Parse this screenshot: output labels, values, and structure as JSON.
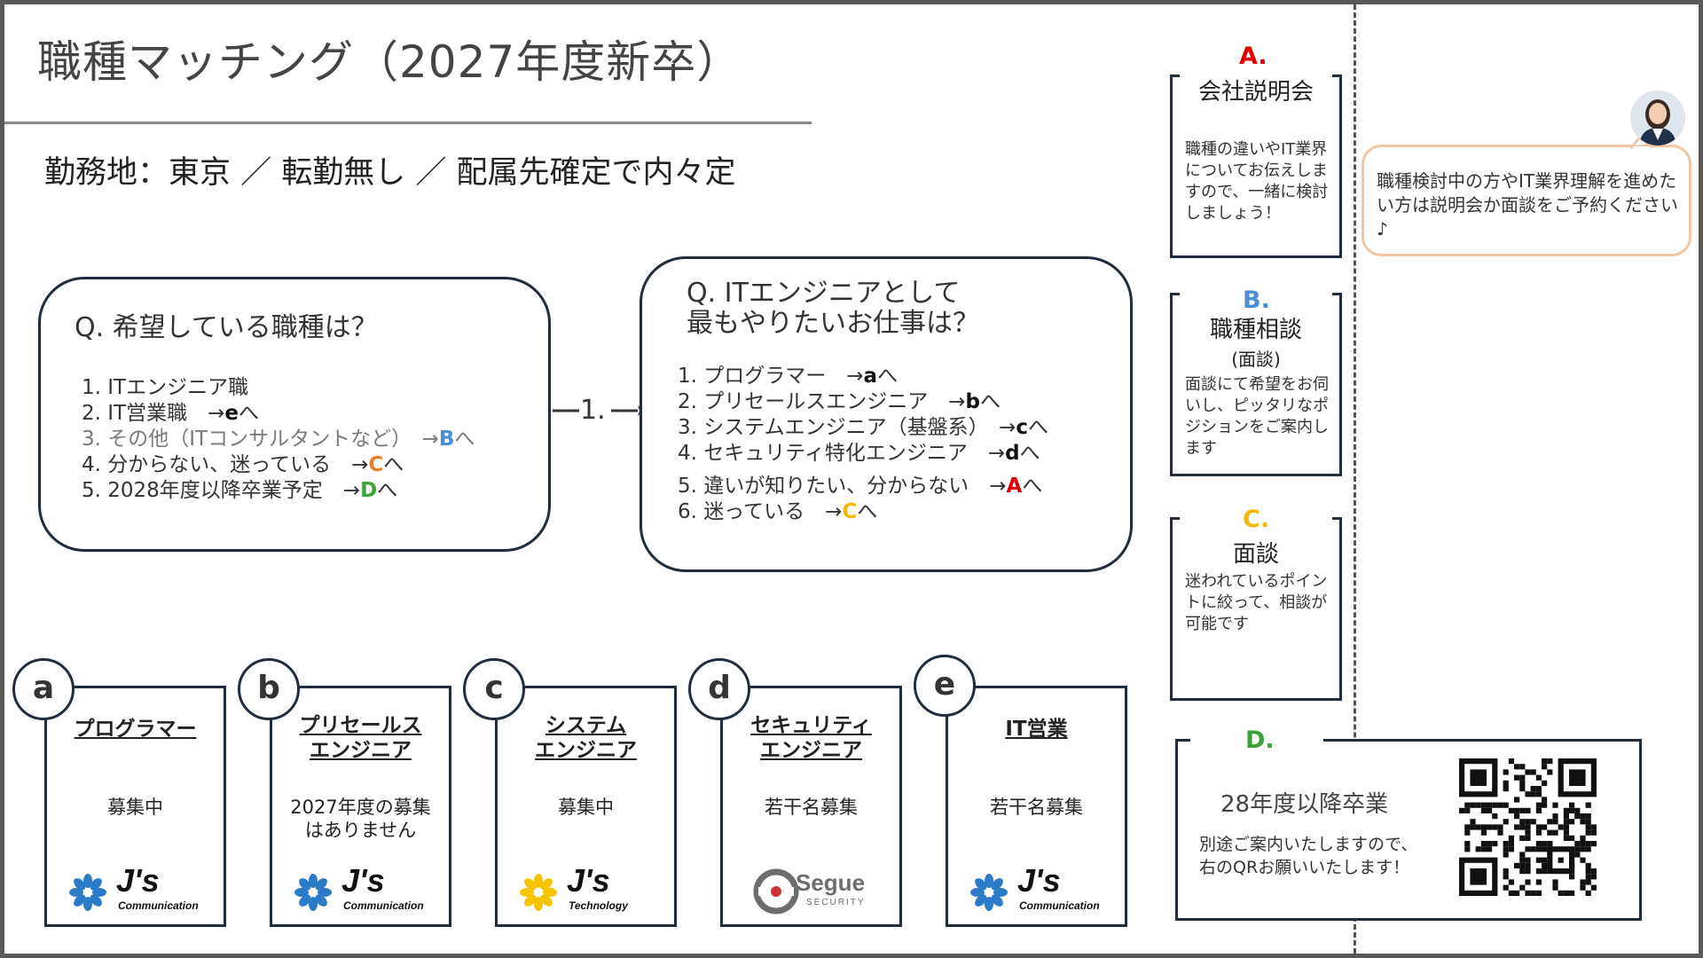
{
  "title": "職種マッチング（2027年度新卒）",
  "subtitle": "勤務地：東京 ／ 転勤無し ／ 配属先確定で内々定",
  "colors": {
    "red": "#e00000",
    "blue": "#4a8fd6",
    "orange": "#ef7d22",
    "yellow": "#f5b800",
    "green": "#3aa335",
    "frame": "#595959"
  },
  "q1": {
    "question": "Q. 希望している職種は？",
    "options": [
      {
        "text": "1. ITエンジニア職",
        "target": "",
        "suffix": ""
      },
      {
        "text": "2. IT営業職　→",
        "target": "e",
        "suffix": "へ"
      },
      {
        "text": "3. その他（ITコンサルタントなど）　→",
        "target": "B",
        "suffix": "へ"
      },
      {
        "text": "4. 分からない、迷っている　→",
        "target": "C",
        "suffix": "へ"
      },
      {
        "text": "5. 2028年度以降卒業予定　→",
        "target": "D",
        "suffix": "へ"
      }
    ]
  },
  "connector": "1.",
  "q2": {
    "question_line1": "Q. ITエンジニアとして",
    "question_line2": "最もやりたいお仕事は？",
    "options": [
      {
        "text": "1. プログラマー　→",
        "target": "a",
        "suffix": "へ"
      },
      {
        "text": "2. プリセールスエンジニア　→",
        "target": "b",
        "suffix": "へ"
      },
      {
        "text": "3. システムエンジニア（基盤系）　→",
        "target": "c",
        "suffix": "へ"
      },
      {
        "text": "4. セキュリティ特化エンジニア　→",
        "target": "d",
        "suffix": "へ"
      },
      {
        "text": "5. 違いが知りたい、分からない　→",
        "target": "A",
        "suffix": "へ"
      },
      {
        "text": "6. 迷っている　→",
        "target": "C",
        "suffix": "へ"
      }
    ]
  },
  "side": {
    "A": {
      "letter": "A.",
      "head": "会社説明会",
      "body": "職種の違いやIT業界についてお伝えしますので、一緒に検討しましょう！"
    },
    "B": {
      "letter": "B.",
      "head": "職種相談",
      "sub": "(面談)",
      "body": "面談にて希望をお伺いし、ピッタリなポジションをご案内します"
    },
    "C": {
      "letter": "C.",
      "head": "面談",
      "body": "迷われているポイントに絞って、相談が可能です"
    },
    "D": {
      "letter": "D.",
      "head": "28年度以降卒業",
      "body_line1": "別途ご案内いたしますので、",
      "body_line2": "右のQRお願いいたします！"
    }
  },
  "bubble": "職種検討中の方やIT業界理解を進めたい方は説明会か面談をご予約ください♪",
  "cards": [
    {
      "badge": "a",
      "title_l1": "プログラマー",
      "title_l2": "",
      "status_l1": "募集中",
      "status_l2": "",
      "logo_main": "J's",
      "logo_sub": "Communication",
      "logo_color": "blue"
    },
    {
      "badge": "b",
      "title_l1": "プリセールス",
      "title_l2": "エンジニア",
      "status_l1": "2027年度の募集",
      "status_l2": "はありません",
      "logo_main": "J's",
      "logo_sub": "Communication",
      "logo_color": "blue"
    },
    {
      "badge": "c",
      "title_l1": "システム",
      "title_l2": "エンジニア",
      "status_l1": "募集中",
      "status_l2": "",
      "logo_main": "J's",
      "logo_sub": "Technology",
      "logo_color": "yellow"
    },
    {
      "badge": "d",
      "title_l1": "セキュリティ",
      "title_l2": "エンジニア",
      "status_l1": "若干名募集",
      "status_l2": "",
      "logo_main": "Segue",
      "logo_sub": "SECURITY",
      "logo_color": "gray"
    },
    {
      "badge": "e",
      "title_l1": "IT営業",
      "title_l2": "",
      "status_l1": "若干名募集",
      "status_l2": "",
      "logo_main": "J's",
      "logo_sub": "Communication",
      "logo_color": "blue"
    }
  ]
}
